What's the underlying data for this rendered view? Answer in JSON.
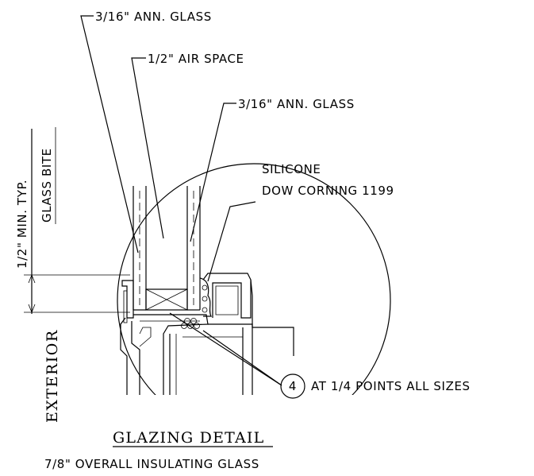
{
  "labels": {
    "outer_glass": "3/16\" ANN. GLASS",
    "air_space": "1/2\" AIR SPACE",
    "inner_glass": "3/16\" ANN. GLASS",
    "silicone_line1": "SILICONE",
    "silicone_line2": "DOW CORNING 1199",
    "setting_block_number": "4",
    "setting_block_note": "AT 1/4 POINTS ALL SIZES",
    "bite_dimension": "1/2\" MIN. TYP.",
    "bite_label": "GLASS BITE",
    "exterior": "EXTERIOR"
  },
  "title": {
    "main": "GLAZING DETAIL",
    "sub": "7/8\" OVERALL INSULATING GLASS"
  }
}
